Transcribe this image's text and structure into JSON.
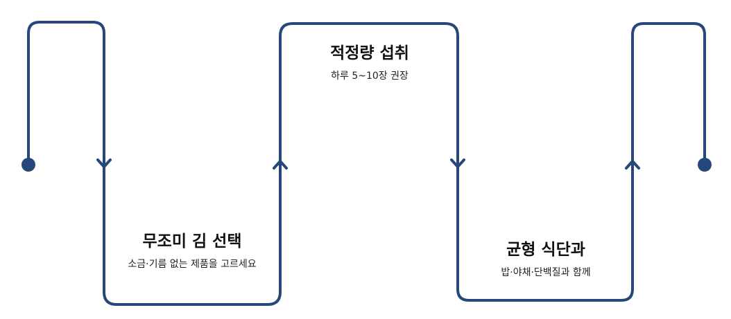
{
  "colors": {
    "path": "#26477a",
    "title_text": "#111111",
    "desc_text": "#222222",
    "background": "#ffffff"
  },
  "steps": [
    {
      "title": "무조미 김 선택",
      "description": "소금·기름 없는 제품을 고르세요"
    },
    {
      "title": "적정량 섭취",
      "description": "하루 5~10장 권장"
    },
    {
      "title": "균형 식단과",
      "description": "밥·야채·단백질과 함께"
    }
  ]
}
